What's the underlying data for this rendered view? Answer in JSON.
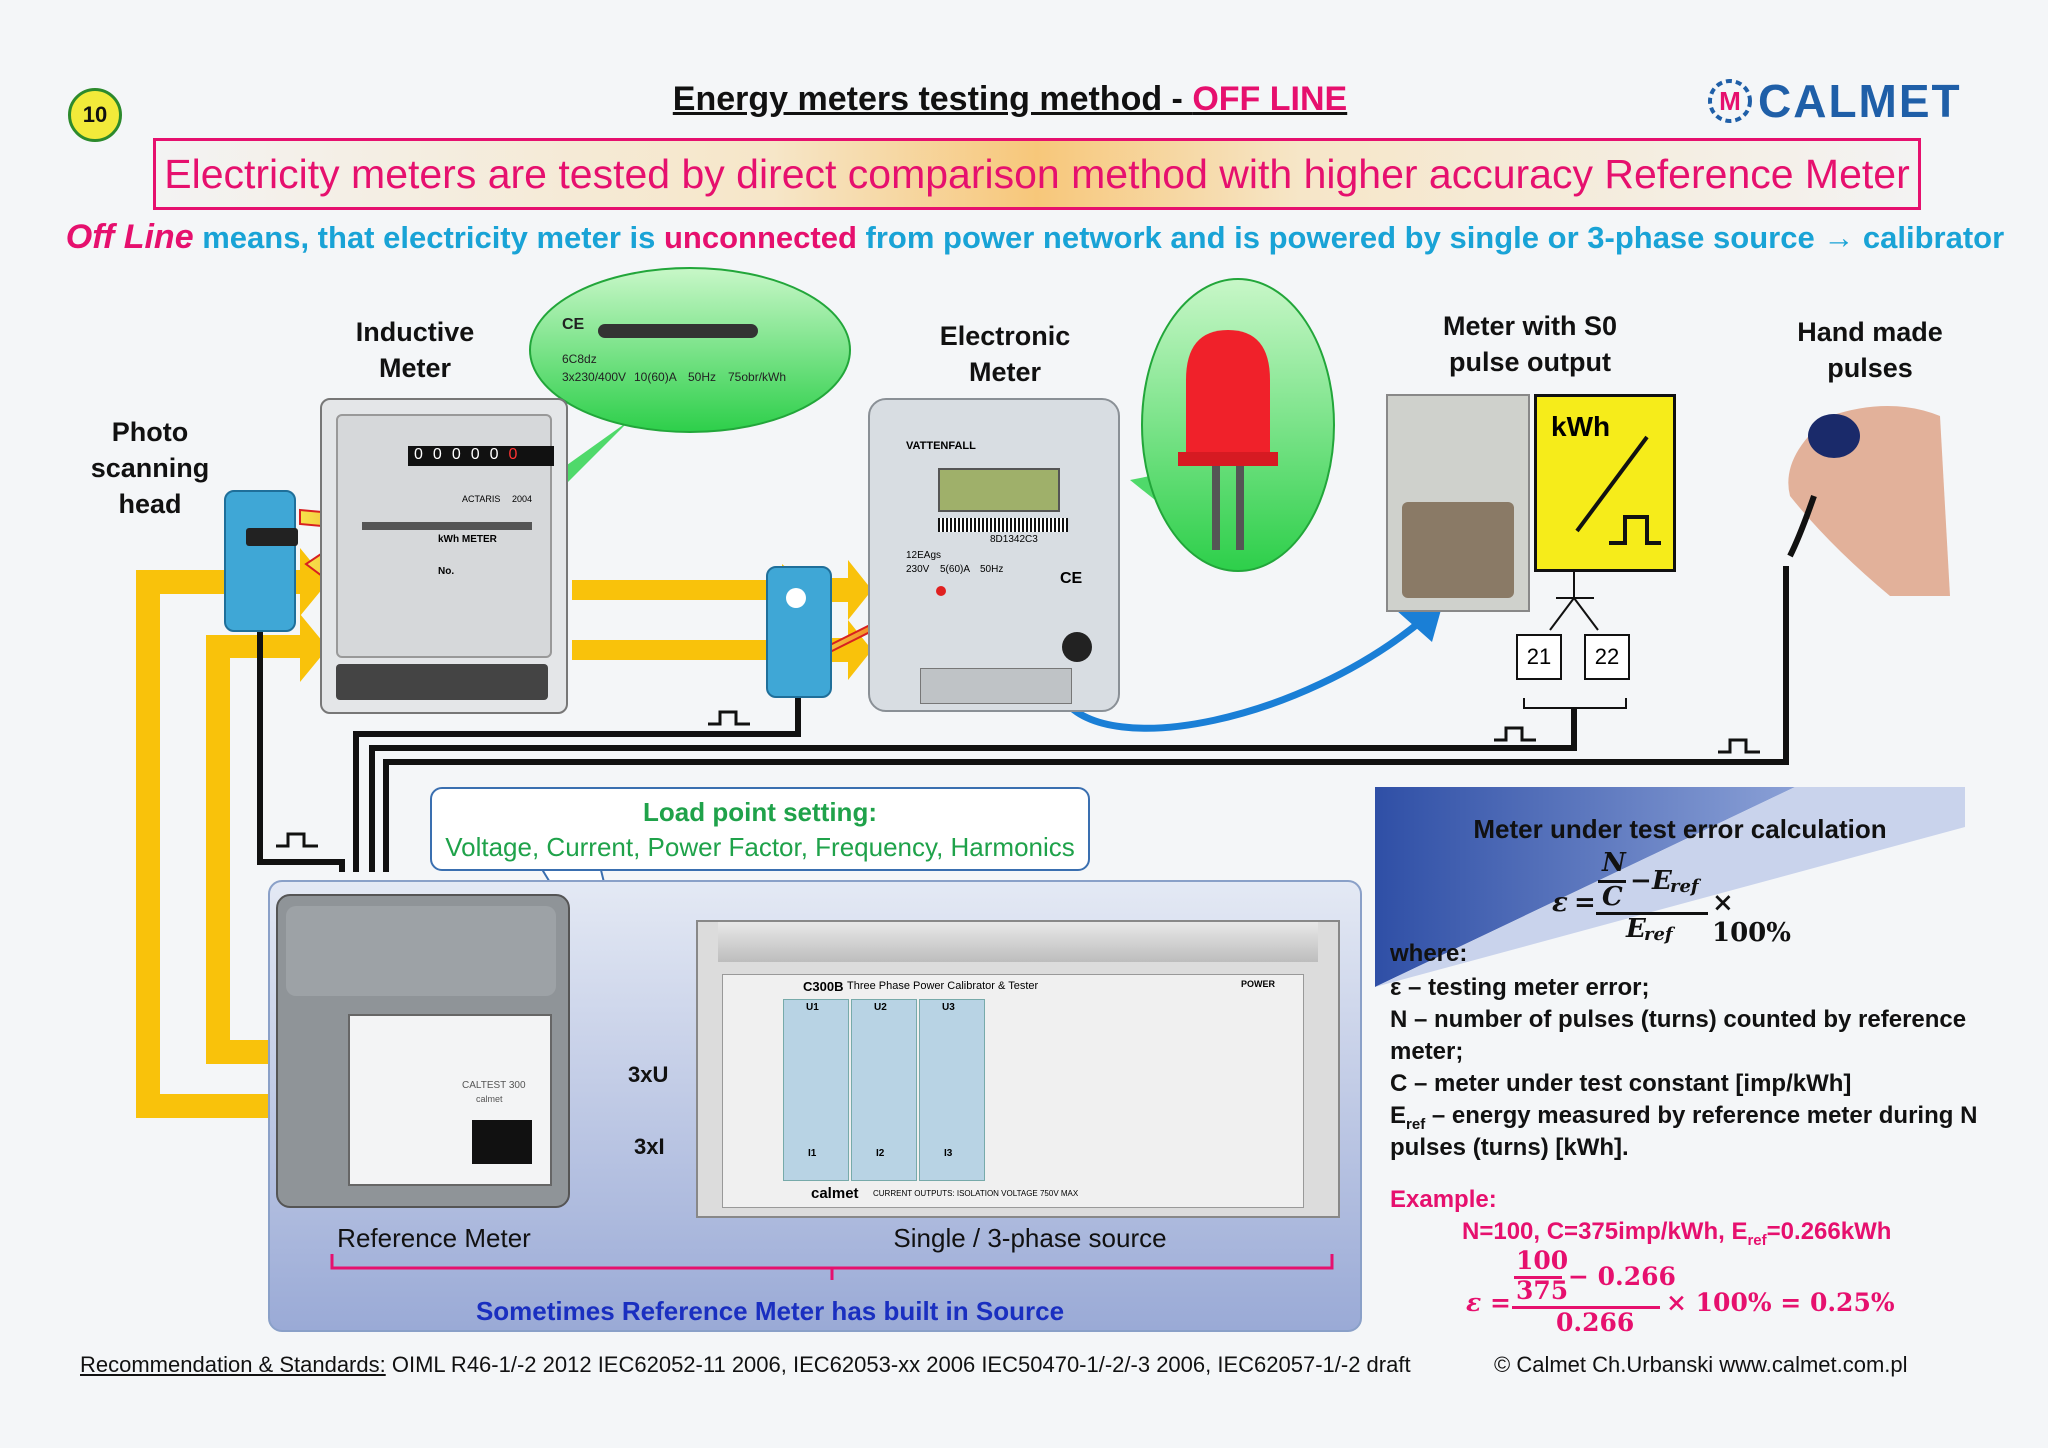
{
  "page_number": "10",
  "header": {
    "title_prefix": "Energy meters testing method - ",
    "title_highlight": "OFF LINE"
  },
  "logo": {
    "text": "CALMET",
    "mark": "M"
  },
  "banner": {
    "text": "Electricity meters are tested by direct comparison method with higher accuracy Reference Meter"
  },
  "subline": {
    "p1": "Off Line",
    "p2": " means, that electricity meter is ",
    "p3": "unconnected",
    "p4": " from power network and is powered by single or 3-phase source ",
    "p5": "→ calibrator"
  },
  "labels": {
    "inductive": [
      "Inductive",
      "Meter"
    ],
    "electronic": [
      "Electronic",
      "Meter"
    ],
    "s0": [
      "Meter with S0",
      "pulse output"
    ],
    "hand": [
      "Hand made",
      "pulses"
    ],
    "photo": [
      "Photo",
      "scanning",
      "head"
    ],
    "reference": "Reference Meter",
    "source": "Single / 3-phase source",
    "built_in": "Sometimes Reference Meter has built in Source",
    "u3": "3xU",
    "i3": "3xI",
    "kwh": "kWh",
    "t21": "21",
    "t22": "22"
  },
  "nameplate": {
    "ce": "CE",
    "code": "6C8dz",
    "specs": [
      "3x230/400V",
      "10(60)A",
      "50Hz",
      "75obr/kWh"
    ]
  },
  "inductive_meter": {
    "digits": [
      "0",
      "0",
      "0",
      "0",
      "0",
      "0"
    ],
    "text": [
      "kWh METER",
      "2004",
      "ACTARIS",
      "No."
    ]
  },
  "electronic_meter": {
    "brand": "VATTENFALL",
    "number": "8D1342C3",
    "specs": [
      "12EAgs",
      "230V",
      "5(60)A",
      "50Hz"
    ],
    "ce": "CE"
  },
  "device": {
    "caltest": "CALTEST 300",
    "caltest_sub": "calmet",
    "c300": "C300B",
    "c300_title": "Three Phase Power Calibrator & Tester",
    "ch": [
      "U1",
      "U2",
      "U3"
    ],
    "ich": [
      "I1",
      "I2",
      "I3"
    ],
    "brand": "calmet",
    "note": "CURRENT OUTPUTS: ISOLATION VOLTAGE 750V MAX",
    "power": "POWER"
  },
  "load_point": {
    "title": "Load point setting:",
    "items": "Voltage, Current, Power Factor, Frequency, Harmonics"
  },
  "error": {
    "title": "Meter under test error calculation",
    "eps": "ε",
    "eq": "=",
    "N": "N",
    "C": "C",
    "minus": "−",
    "Eref": "E",
    "ref": "ref",
    "times": "× 100%",
    "where": "where:",
    "d1": "ε – testing meter error;",
    "d2": "N – number of pulses (turns) counted by reference",
    "d2b": "meter;",
    "d3": "C – meter under test constant [imp/kWh]",
    "d4a": "E",
    "d4sub": "ref",
    "d4b": " – energy measured by reference meter during N",
    "d4c": "pulses (turns) [kWh].",
    "example": "Example:",
    "ex_vals_a": "N=100, C=375imp/kWh, E",
    "ex_vals_sub": "ref",
    "ex_vals_b": "=0.266kWh",
    "ex_n": "100",
    "ex_c": "375",
    "ex_minus": "− 0.266",
    "ex_den": "0.266",
    "ex_result": "× 100% = 0.25%"
  },
  "footer": {
    "label": "Recommendation & Standards:",
    "text": " OIML R46-1/-2 2012   IEC62052-11 2006, IEC62053-xx 2006   IEC50470-1/-2/-3 2006, IEC62057-1/-2 draft",
    "copyright": "© Calmet Ch.Urbanski   www.calmet.com.pl"
  }
}
